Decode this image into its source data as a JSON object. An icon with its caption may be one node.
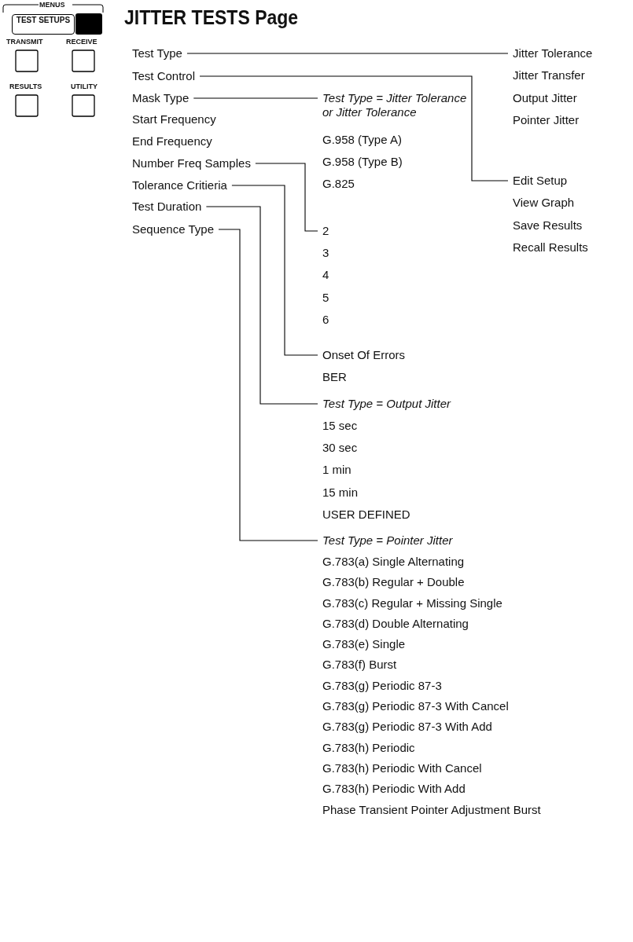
{
  "diagram": {
    "title": "JITTER TESTS Page",
    "nodes": [
      {
        "text": [
          "Test Type"
        ]
      },
      {
        "text": [
          "Test Control"
        ]
      },
      {
        "text": [
          "Mask Type"
        ]
      },
      {
        "text": [
          "Number Freq Samples"
        ]
      },
      {
        "text": [
          "Tolerance Critieria"
        ]
      },
      {
        "text": [
          "Test Duration"
        ]
      },
      {
        "text": [
          "Sequence Type"
        ]
      },
      {
        "text": [
          "Jitter Tolerance",
          "Jitter Transfer",
          "Output Jitter",
          "Pointer Jitter"
        ]
      },
      {
        "text": [
          "Edit Setup",
          "View Graph",
          "Save Results",
          "Recall Results"
        ]
      },
      {
        "text": [
          "Test Type = Jitter Tolerance or Jitter Tolerance",
          "G.958 (Type A)",
          "G.958 (Type B)",
          "G.825"
        ]
      },
      {
        "text": [
          "2",
          "3",
          "4",
          "5",
          "6"
        ]
      },
      {
        "text": [
          "Onset Of Errors",
          "BER"
        ]
      },
      {
        "text": [
          "Test Type = Output Jitter",
          "15 sec",
          "30 sec",
          "1 min",
          "15 min",
          "USER DEFINED"
        ]
      },
      {
        "text": [
          "Test Type = Pointer Jitter",
          "G.783(a) Single Alternating",
          "G.783(b) Regular +  Double",
          "G.783(c) Regular + Missing Single",
          "G.783(d) Double Alternating",
          "G.783(e) Single",
          "G.783(f) Burst",
          "G.783(g) Periodic 87-3",
          "G.783(g) Periodic 87-3 With Cancel",
          "G.783(g) Periodic 87-3 With Add",
          "G.783(h) Periodic",
          "G.783(h) Periodic With Cancel",
          "G.783(h) Periodic With Add",
          "Phase Transient Pointer Adjustment Burst"
        ]
      }
    ],
    "edges": [
      {
        "from": 0,
        "to": 7,
        "arrow": "none"
      },
      {
        "from": 1,
        "to": 8,
        "arrow": "none"
      },
      {
        "from": 2,
        "to": 9,
        "arrow": "none"
      },
      {
        "from": 3,
        "to": 10,
        "arrow": "none"
      },
      {
        "from": 4,
        "to": 11,
        "arrow": "none"
      },
      {
        "from": 5,
        "to": 12,
        "arrow": "none"
      },
      {
        "from": 6,
        "to": 13,
        "arrow": "none"
      }
    ],
    "labels": [
      "MENUS",
      "TEST SETUPS",
      "TRANSMIT",
      "RECEIVE",
      "RESULTS",
      "UTILITY",
      "Start Frequency",
      "End Frequency"
    ]
  }
}
